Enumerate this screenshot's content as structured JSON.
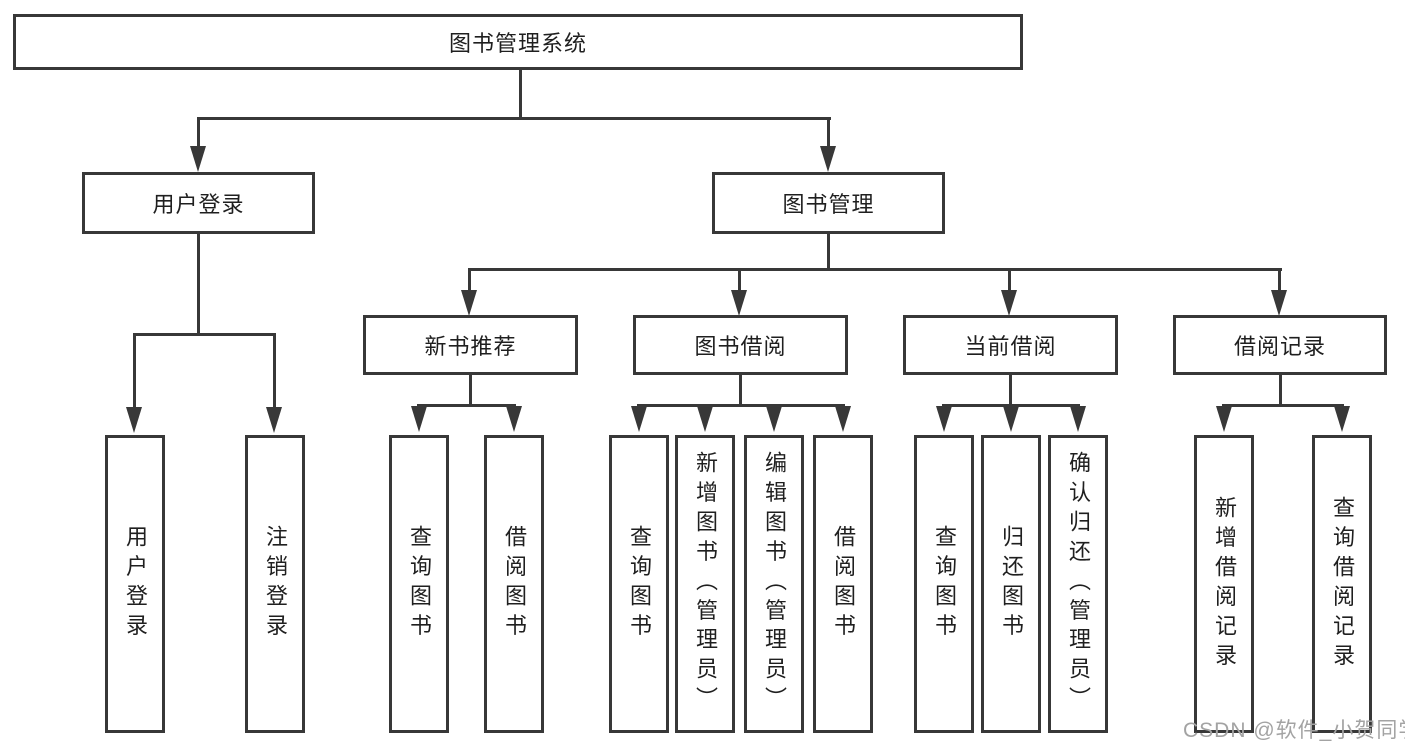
{
  "diagram": {
    "root": {
      "label": "图书管理系统"
    },
    "branches": [
      {
        "label": "用户登录",
        "children": [
          {
            "label": "用户登录"
          },
          {
            "label": "注销登录"
          }
        ]
      },
      {
        "label": "图书管理",
        "sections": [
          {
            "label": "新书推荐",
            "children": [
              {
                "label": "查询图书"
              },
              {
                "label": "借阅图书"
              }
            ]
          },
          {
            "label": "图书借阅",
            "children": [
              {
                "label": "查询图书"
              },
              {
                "label": "新增图书（管理员）"
              },
              {
                "label": "编辑图书（管理员）"
              },
              {
                "label": "借阅图书"
              }
            ]
          },
          {
            "label": "当前借阅",
            "children": [
              {
                "label": "查询图书"
              },
              {
                "label": "归还图书"
              },
              {
                "label": "确认归还（管理员）"
              }
            ]
          },
          {
            "label": "借阅记录",
            "children": [
              {
                "label": "新增借阅记录"
              },
              {
                "label": "查询借阅记录"
              }
            ]
          }
        ]
      }
    ]
  },
  "watermark": {
    "text": "CSDN @软件_小贺同学"
  },
  "colors": {
    "line": "#383838",
    "text": "#1f1f1f",
    "watermark": "#a3a3a3",
    "background": "#ffffff"
  }
}
